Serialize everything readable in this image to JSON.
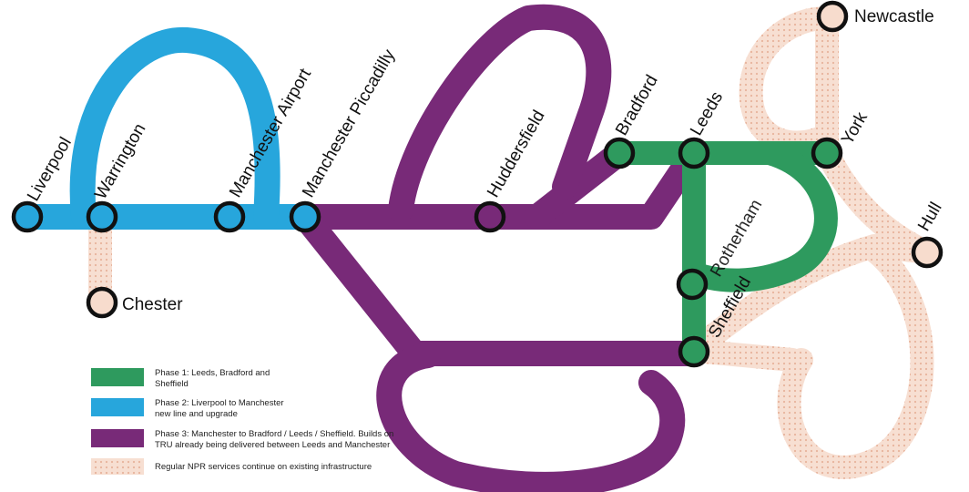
{
  "colors": {
    "phase1": "#2e9a5e",
    "phase2": "#27a6dc",
    "phase3": "#782a78",
    "existing": "#f5d9cb",
    "station_fill_neutral": "#f7dccd",
    "station_stroke": "#111111"
  },
  "stations": {
    "liverpool": "Liverpool",
    "warrington": "Warrington",
    "manchester_airport": "Manchester Airport",
    "manchester_piccadilly": "Manchester Piccadilly",
    "huddersfield": "Huddersfield",
    "bradford": "Bradford",
    "leeds": "Leeds",
    "york": "York",
    "newcastle": "Newcastle",
    "hull": "Hull",
    "rotherham": "Rotherham",
    "sheffield": "Sheffield",
    "chester": "Chester"
  },
  "legend": {
    "phase1_line1": "Phase 1: Leeds, Bradford and",
    "phase1_line2": "Sheffield",
    "phase2_line1": "Phase 2: Liverpool to Manchester",
    "phase2_line2": "new line and upgrade",
    "phase3_line1": "Phase 3: Manchester to Bradford / Leeds / Sheffield. Builds on",
    "phase3_line2": "TRU already being delivered between Leeds and Manchester",
    "existing_line1": "Regular NPR services continue on existing infrastructure"
  }
}
